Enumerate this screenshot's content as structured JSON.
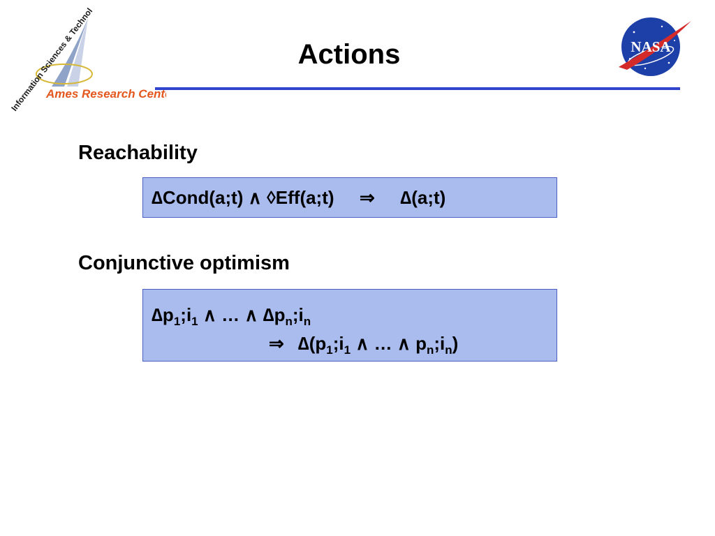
{
  "slide": {
    "title": "Actions",
    "logos": {
      "ames_arc_text": "Information Sciences & Technology",
      "ames_name": "Ames Research Center",
      "nasa_text": "NASA"
    },
    "colors": {
      "rule": "#3344cc",
      "box_fill": "#aabbee",
      "box_border": "#4a5fc4",
      "ames_orange": "#e4571e",
      "nasa_blue": "#1d3fa8",
      "nasa_red": "#d42a2a"
    },
    "sections": [
      {
        "heading": "Reachability",
        "formula": {
          "delta": "∆",
          "cond": "Cond(a;t)",
          "and": "∧",
          "diamond_eff": "◊Eff(a;t)",
          "implies": "⇒",
          "result_delta": "∆",
          "result": "(a;t)"
        }
      },
      {
        "heading": "Conjunctive optimism",
        "formula": {
          "line1": {
            "delta1": "∆",
            "p": "p",
            "sub1": "1",
            "semi": ";i",
            "sub2": "1",
            "and1": "∧",
            "dots": "…",
            "and2": "∧",
            "delta2": "∆",
            "p2": "p",
            "subn1": "n",
            "semi2": ";i",
            "subn2": "n"
          },
          "line2": {
            "implies": "⇒",
            "delta": "∆",
            "open": "(p",
            "sub1": "1",
            "semi": ";i",
            "sub2": "1",
            "and1": "∧",
            "dots": "…",
            "and2": "∧",
            "p": "p",
            "subn1": "n",
            "semi2": ";i",
            "subn2": "n",
            "close": ")"
          }
        }
      }
    ]
  }
}
